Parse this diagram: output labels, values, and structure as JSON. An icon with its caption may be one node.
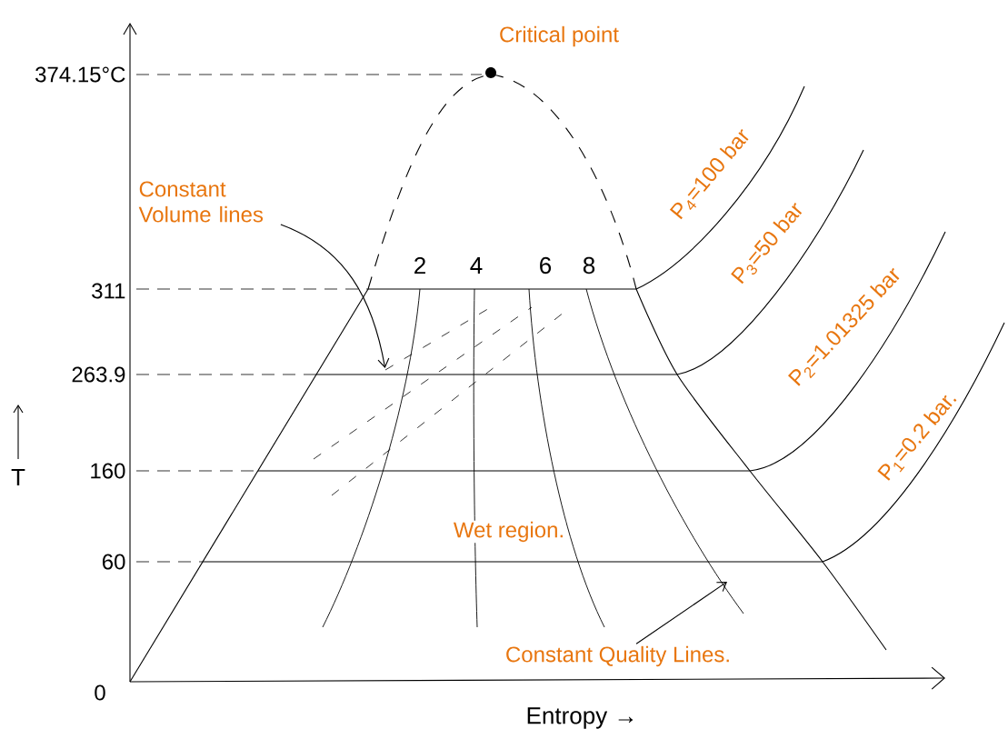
{
  "diagram": {
    "nodes": [
      {
        "text": [
          "Constant Volume lines"
        ]
      },
      {
        "text": [],
        "shape": "line"
      },
      {
        "text": [
          "Constant Quality Lines."
        ]
      }
    ],
    "edges": [
      {
        "from": 0,
        "to": 1,
        "arrow": "to"
      },
      {
        "from": 2,
        "to": null,
        "arrow": "to"
      }
    ],
    "labels": [
      "Critical point",
      "374.15°C",
      "311",
      "263.9",
      "160",
      "60",
      "0",
      "T",
      "2",
      "4",
      "6",
      "8",
      "P$_{4}$=100 bar",
      "P$_{3}$=50 bar",
      "P$_{2}$=1.01325 bar",
      "P$_{1}$=0.2 bar.",
      "Wet region.",
      "Entropy →"
    ]
  }
}
